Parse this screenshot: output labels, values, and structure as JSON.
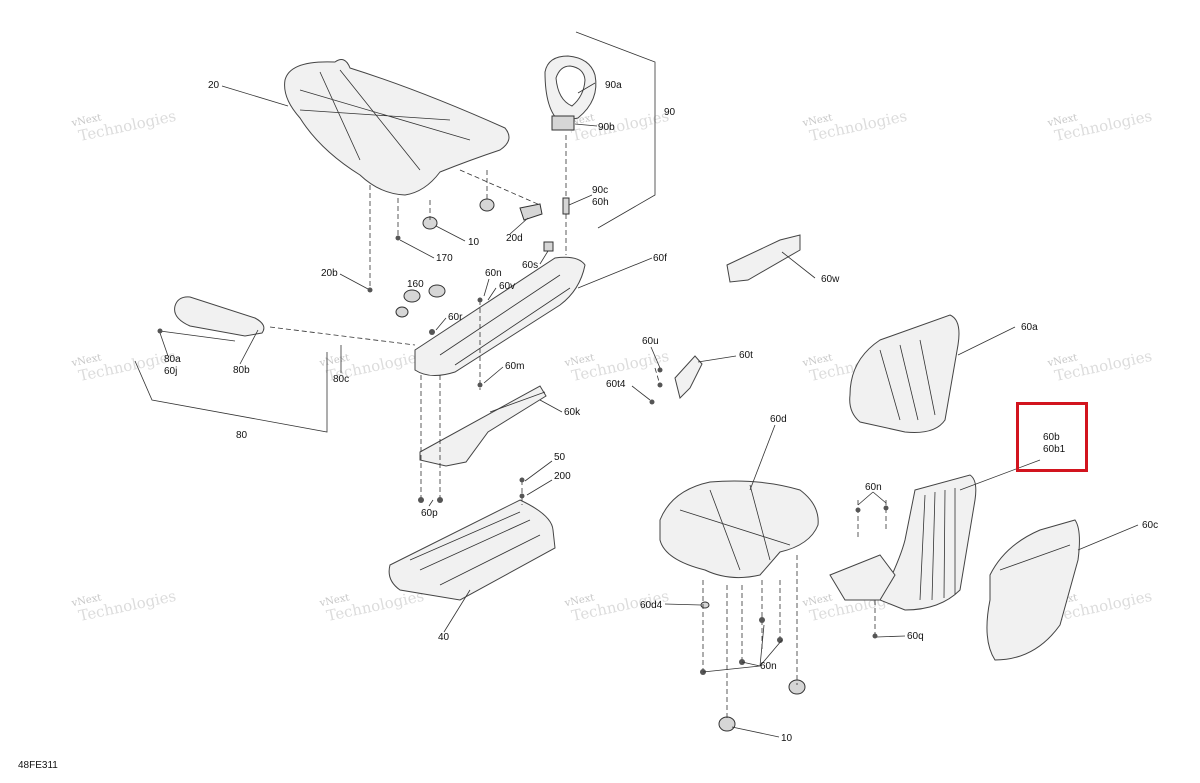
{
  "diagram": {
    "doc_code": "48FE311",
    "watermark": {
      "line1": "vNext",
      "line2": "Technologies"
    },
    "highlight_color": "#d2141e",
    "labels": [
      {
        "id": "20",
        "text": "20"
      },
      {
        "id": "90a",
        "text": "90a"
      },
      {
        "id": "90b",
        "text": "90b"
      },
      {
        "id": "90",
        "text": "90"
      },
      {
        "id": "90c",
        "text": "90c"
      },
      {
        "id": "60h",
        "text": "60h"
      },
      {
        "id": "10a",
        "text": "10"
      },
      {
        "id": "20d",
        "text": "20d"
      },
      {
        "id": "170",
        "text": "170"
      },
      {
        "id": "60s",
        "text": "60s"
      },
      {
        "id": "60f",
        "text": "60f"
      },
      {
        "id": "20b",
        "text": "20b"
      },
      {
        "id": "160",
        "text": "160"
      },
      {
        "id": "60n1",
        "text": "60n"
      },
      {
        "id": "60v",
        "text": "60v"
      },
      {
        "id": "60r",
        "text": "60r"
      },
      {
        "id": "80a",
        "text": "80a"
      },
      {
        "id": "60j",
        "text": "60j"
      },
      {
        "id": "80b",
        "text": "80b"
      },
      {
        "id": "80c",
        "text": "80c"
      },
      {
        "id": "60m",
        "text": "60m"
      },
      {
        "id": "60u",
        "text": "60u"
      },
      {
        "id": "60t",
        "text": "60t"
      },
      {
        "id": "60t4",
        "text": "60t4"
      },
      {
        "id": "60k",
        "text": "60k"
      },
      {
        "id": "80",
        "text": "80"
      },
      {
        "id": "60w",
        "text": "60w"
      },
      {
        "id": "60a",
        "text": "60a"
      },
      {
        "id": "60d",
        "text": "60d"
      },
      {
        "id": "60b",
        "text": "60b"
      },
      {
        "id": "60b1",
        "text": "60b1"
      },
      {
        "id": "50",
        "text": "50"
      },
      {
        "id": "200",
        "text": "200"
      },
      {
        "id": "60p",
        "text": "60p"
      },
      {
        "id": "60n2",
        "text": "60n"
      },
      {
        "id": "60c",
        "text": "60c"
      },
      {
        "id": "40",
        "text": "40"
      },
      {
        "id": "60d4",
        "text": "60d4"
      },
      {
        "id": "60q",
        "text": "60q"
      },
      {
        "id": "60n3",
        "text": "60n"
      },
      {
        "id": "10b",
        "text": "10"
      }
    ]
  }
}
